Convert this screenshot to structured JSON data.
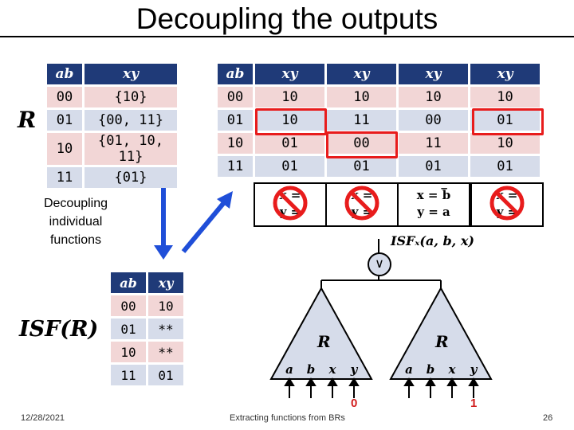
{
  "slide": {
    "title": "Decoupling the outputs",
    "side_text_lines": [
      "Decoupling",
      "individual",
      "functions"
    ],
    "R_label": "R",
    "ISF_label": "ISF(R)",
    "footer_date": "12/28/2021",
    "footer_center": "Extracting functions from BRs",
    "page_number": "26"
  },
  "table_R": {
    "headers": [
      "ab",
      "xy"
    ],
    "rows": [
      [
        "00",
        "{10}"
      ],
      [
        "01",
        "{00, 11}"
      ],
      [
        "10",
        "{01, 10, 11}"
      ],
      [
        "11",
        "{01}"
      ]
    ]
  },
  "table_big": {
    "headers": [
      "ab",
      "xy",
      "xy",
      "xy",
      "xy"
    ],
    "rows": [
      [
        "00",
        "10",
        "10",
        "10",
        "10"
      ],
      [
        "01",
        "10",
        "11",
        "00",
        "01"
      ],
      [
        "10",
        "01",
        "00",
        "11",
        "10"
      ],
      [
        "11",
        "01",
        "01",
        "01",
        "01"
      ]
    ]
  },
  "function_boxes": [
    {
      "line1": "x = ",
      "line2": "y = ",
      "crossed": true
    },
    {
      "line1": "x = ",
      "line2": "y = ",
      "crossed": true
    },
    {
      "line1": "x = b̅",
      "line2": "y = a",
      "crossed": false
    },
    {
      "line1": "x = ",
      "line2": "y = ",
      "crossed": true
    }
  ],
  "table_ISF": {
    "headers": [
      "ab",
      "xy"
    ],
    "rows": [
      [
        "00",
        "10"
      ],
      [
        "01",
        "**"
      ],
      [
        "10",
        "**"
      ],
      [
        "11",
        "01"
      ]
    ]
  },
  "tree": {
    "isf_label": "ISFₓ(a, b, x)",
    "or_symbol": "∨",
    "left": {
      "label": "R",
      "vars": [
        "a",
        "b",
        "x",
        "y"
      ],
      "bit": "0"
    },
    "right": {
      "label": "R",
      "vars": [
        "a",
        "b",
        "x",
        "y"
      ],
      "bit": "1"
    }
  },
  "colors": {
    "header": "#1f3a78",
    "pink": "#f2d6d6",
    "lightblue": "#d6dcea",
    "red": "#e81c1c",
    "arrow": "#1f4ed8"
  }
}
